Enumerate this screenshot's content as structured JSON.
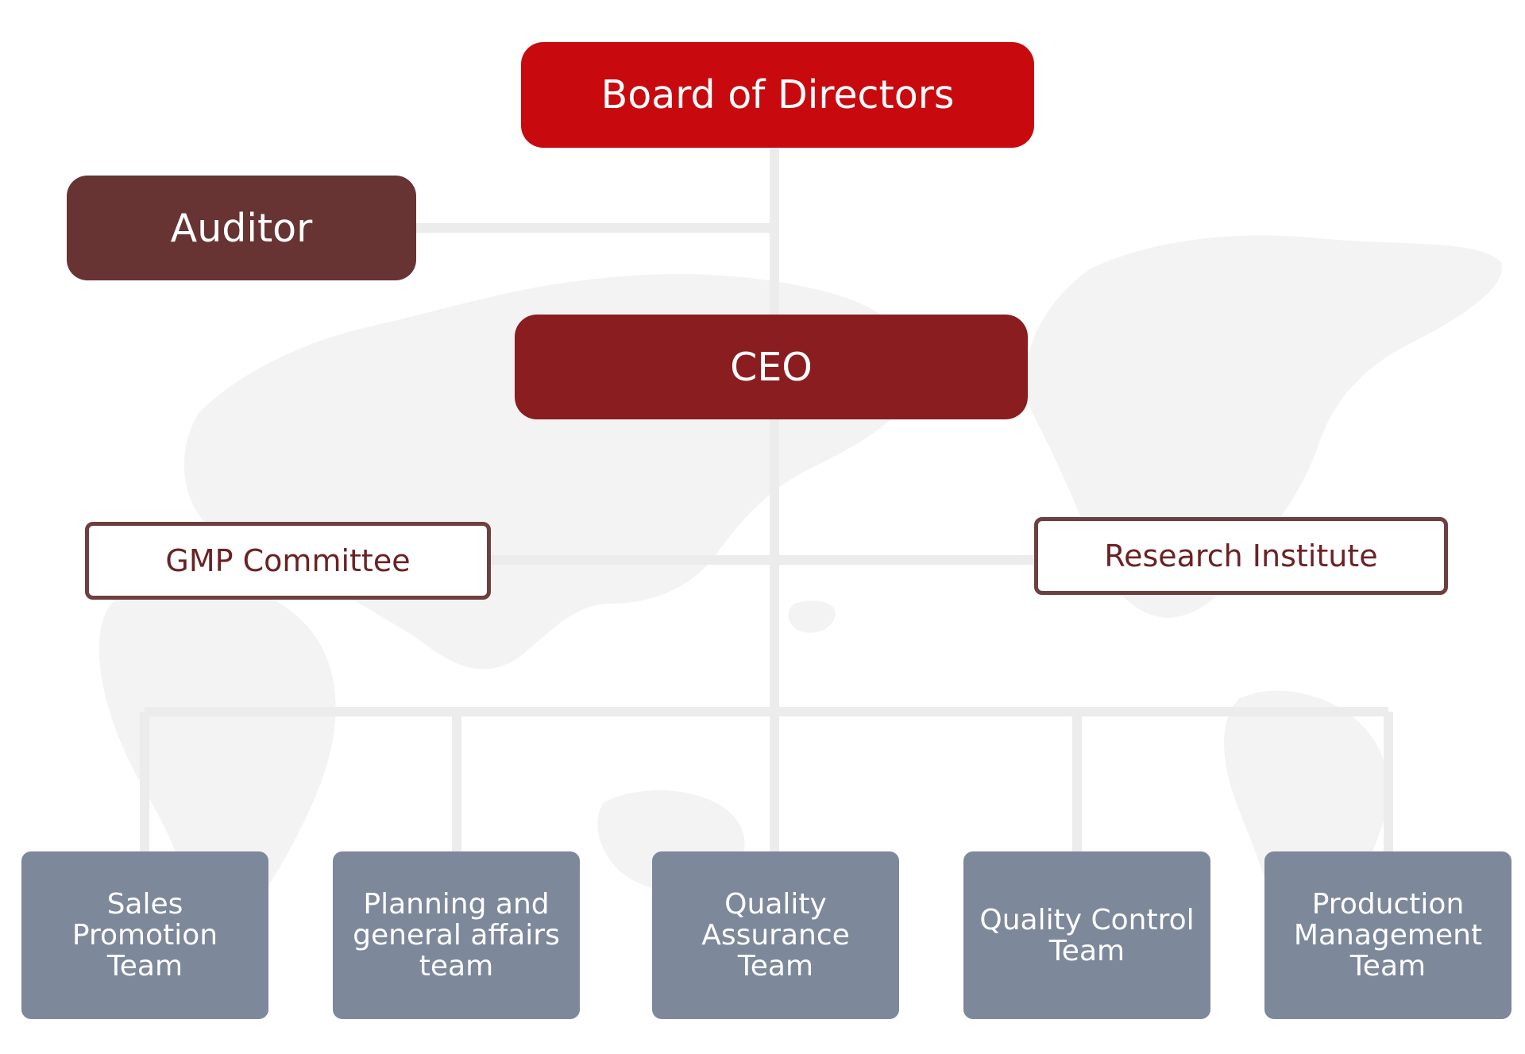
{
  "org_chart": {
    "board": "Board of Directors",
    "auditor": "Auditor",
    "ceo": "CEO",
    "gmp_committee": "GMP Committee",
    "research_institute": "Research Institute",
    "teams": [
      "Sales\nPromotion\nTeam",
      "Planning and\ngeneral affairs\nteam",
      "Quality\nAssurance\nTeam",
      "Quality Control\nTeam",
      "Production\nManagement\nTeam"
    ]
  },
  "colors": {
    "board": "#c80a0f",
    "auditor": "#673333",
    "ceo": "#8a1d1f",
    "outline_boxes": "#6f3f3f",
    "teams": "#7d889b",
    "connectors": "#ececec",
    "world_map": "#f3f3f3"
  },
  "background_icons": [
    "world-map"
  ]
}
